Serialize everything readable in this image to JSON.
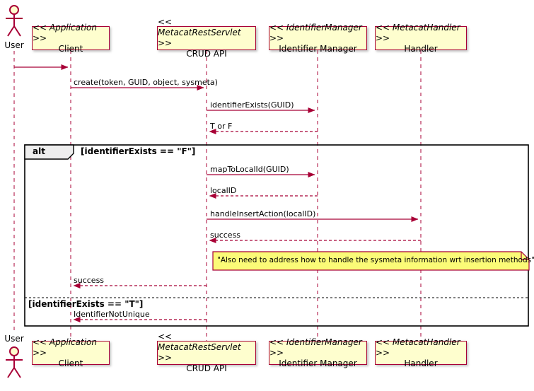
{
  "colors": {
    "accent": "#A80036",
    "participant_fill": "#FEFECE",
    "note_fill": "#FBFB77",
    "frame_border": "#000000"
  },
  "actor_top": {
    "label": "User"
  },
  "actor_bottom": {
    "label": "User"
  },
  "participants": [
    {
      "stereotype": "<< Application >>",
      "name": "Client"
    },
    {
      "stereotype": "<< MetacatRestServlet >>",
      "name": "CRUD API"
    },
    {
      "stereotype": "<< IdentifierManager >>",
      "name": "Identifier Manager"
    },
    {
      "stereotype": "<< MetacatHandler >>",
      "name": "Handler"
    }
  ],
  "messages": [
    {
      "label": "create(token, GUID, object, sysmeta)"
    },
    {
      "label": "identifierExists(GUID)"
    },
    {
      "label": "T or F"
    },
    {
      "label": "mapToLocalId(GUID)"
    },
    {
      "label": "localID"
    },
    {
      "label": "handleInsertAction(localID)"
    },
    {
      "label": "success"
    },
    {
      "label": "success"
    },
    {
      "label": "IdentifierNotUnique"
    }
  ],
  "alt_frame": {
    "operator": "alt",
    "guard_true": "[identifierExists == \"F\"]",
    "guard_else": "[identifierExists == \"T\"]"
  },
  "note": {
    "text": "\"Also need to address how to handle the sysmeta information wrt insertion methods\""
  }
}
